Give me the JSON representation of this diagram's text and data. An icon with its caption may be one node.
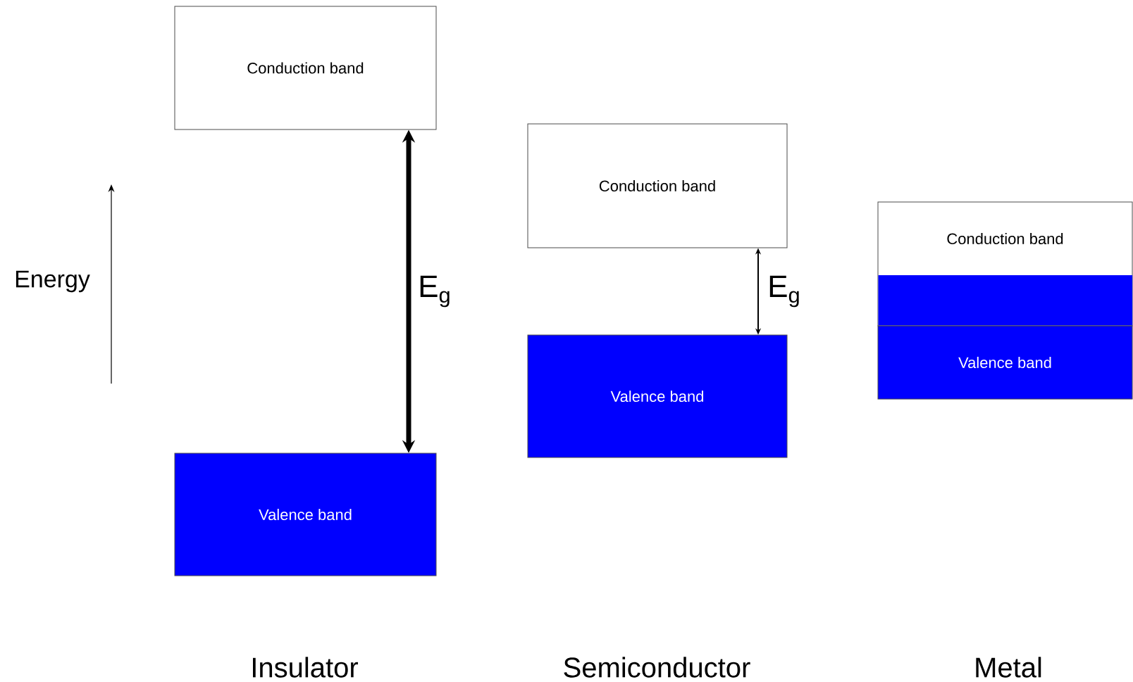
{
  "diagram": {
    "nodes": [
      {
        "text": [
          "Conduction band"
        ]
      },
      {
        "text": [
          "Valence band"
        ]
      },
      {
        "text": [
          "Conduction band"
        ]
      },
      {
        "text": [
          "Valence band"
        ]
      },
      {
        "text": [
          "Conduction band"
        ]
      },
      {
        "text": [
          "Valence band"
        ]
      }
    ],
    "edges": [
      {
        "from": 1,
        "to": 0,
        "arrow": "both",
        "style": "thick",
        "label": "E$_{g}$"
      },
      {
        "from": 3,
        "to": 2,
        "arrow": "both",
        "label": "E$_{g}$"
      }
    ],
    "labels": [
      "Energy",
      "Insulator",
      "Semiconductor",
      "Metal"
    ]
  }
}
